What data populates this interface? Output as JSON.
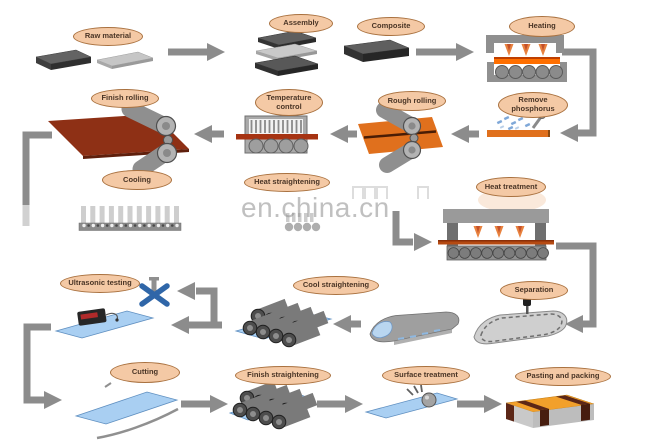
{
  "stages": {
    "raw_material": {
      "label": "Raw material"
    },
    "assembly": {
      "label": "Assembly"
    },
    "composite": {
      "label": "Composite"
    },
    "heating": {
      "label": "Heating"
    },
    "finish_rolling": {
      "label": "Finish rolling"
    },
    "temperature_control": {
      "label": "Temperature control"
    },
    "rough_rolling": {
      "label": "Rough rolling"
    },
    "remove_phosphorus": {
      "label": "Remove phosphorus"
    },
    "cooling": {
      "label": "Cooling"
    },
    "heat_straightening": {
      "label": "Heat straightening"
    },
    "heat_treatment": {
      "label": "Heat treatment"
    },
    "ultrasonic_testing": {
      "label": "Ultrasonic testing"
    },
    "cool_straightening": {
      "label": "Cool straightening"
    },
    "separation": {
      "label": "Separation"
    },
    "cutting": {
      "label": "Cutting"
    },
    "finish_straightening": {
      "label": "Finish straightening"
    },
    "surface_treatment": {
      "label": "Surface treatment"
    },
    "pasting_and_packing": {
      "label": "Pasting and packing"
    }
  },
  "watermark": {
    "text": "en.china.cn"
  },
  "colors": {
    "label_fill": "#f4c9a5",
    "label_border": "#a9713f",
    "arrow_gray": "#8c8c8c",
    "hot_plate_red": "#8e3015",
    "hot_plate_orange": "#e0701d",
    "heated_slab_orange": "#ff6f00",
    "steel_plate_blue": "#a9cff2",
    "package_orange": "#f2a02b"
  }
}
